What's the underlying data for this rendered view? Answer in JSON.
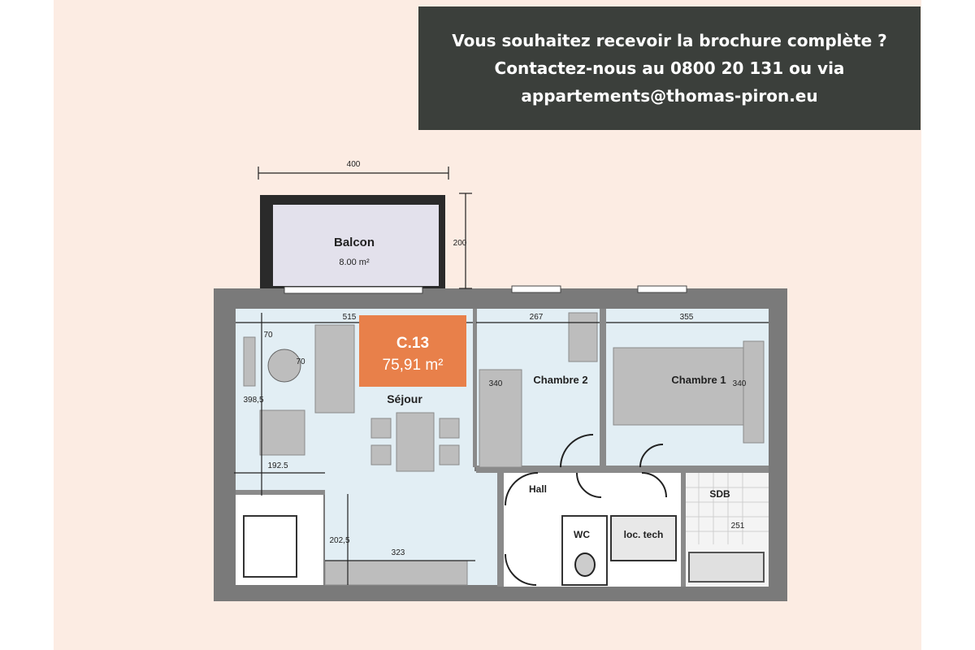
{
  "banner": {
    "line1": "Vous souhaitez recevoir la brochure complète ?",
    "line2": "Contactez-nous au 0800 20 131 ou via",
    "line3": "appartements@thomas-piron.eu"
  },
  "unit": {
    "code": "C.13",
    "area": "75,91 m²"
  },
  "rooms": {
    "balcon": "Balcon",
    "balcon_area": "8.00 m²",
    "sejour": "Séjour",
    "chambre1": "Chambre 1",
    "chambre2": "Chambre 2",
    "hall": "Hall",
    "wc": "WC",
    "local_tech": "loc. tech",
    "sdb": "SDB"
  },
  "dimensions": {
    "balcon_width": "400",
    "balcon_depth": "200",
    "sejour_width": "515",
    "chambre2_width": "267",
    "chambre1_width": "355",
    "d70a": "70",
    "d70b": "70",
    "sejour_depth": "398,5",
    "chambre2_depth": "340",
    "chambre1_depth": "340",
    "d192": "192.5",
    "d202": "202,5",
    "kitchen_width": "323",
    "sdb_depth": "251"
  },
  "colors": {
    "background": "#fcece3",
    "banner": "#3b3f3b",
    "unit_badge": "#e8804a",
    "room_fill": "#e2eef4",
    "wall": "#7a7a7a",
    "furniture": "#bdbdbd"
  }
}
